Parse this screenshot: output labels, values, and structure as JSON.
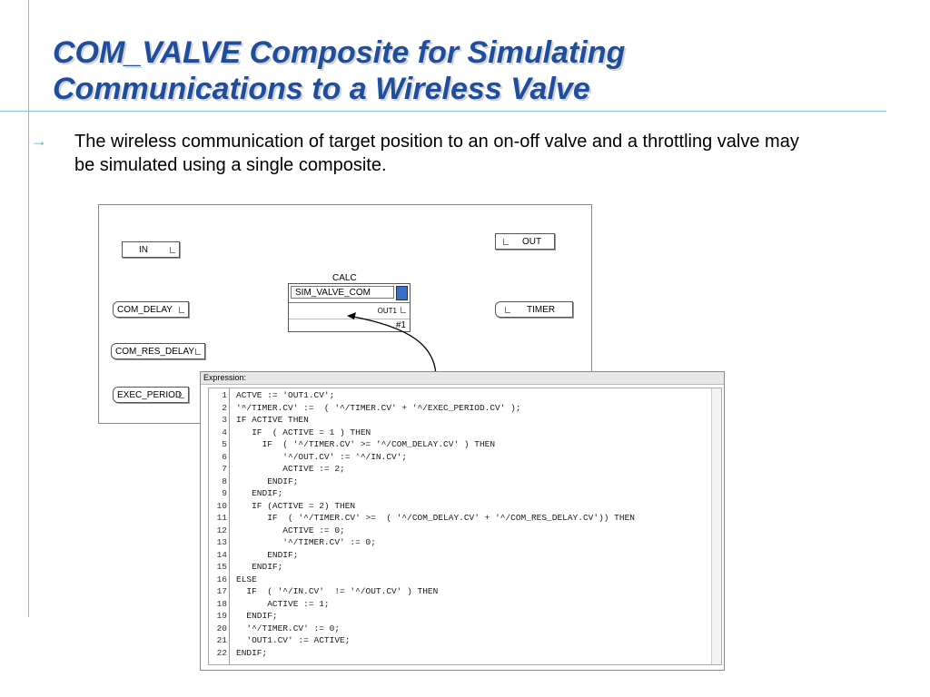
{
  "title": {
    "line1": "COM_VALVE Composite for Simulating",
    "line2": "Communications to a Wireless Valve"
  },
  "bullet": {
    "arrow": "→",
    "text": "The wireless communication of target position to an on-off valve and a throttling valve may be simulated using a single composite."
  },
  "diagram": {
    "inputs": [
      {
        "label": "IN"
      },
      {
        "label": "COM_DELAY"
      },
      {
        "label": "COM_RES_DELAY"
      },
      {
        "label": "EXEC_PERIOD"
      }
    ],
    "outputs": [
      {
        "label": "OUT"
      },
      {
        "label": "TIMER"
      }
    ],
    "calc": {
      "type_label": "CALC",
      "name": "SIM_VALVE_COM",
      "output": "OUT1",
      "order": "#1"
    }
  },
  "expression": {
    "header": "Expression:",
    "lines": [
      {
        "num": "1",
        "text": "ACTVE := 'OUT1.CV';"
      },
      {
        "num": "2",
        "text": "'^/TIMER.CV' :=  ( '^/TIMER.CV' + '^/EXEC_PERIOD.CV' );"
      },
      {
        "num": "3",
        "text": "IF ACTIVE THEN"
      },
      {
        "num": "4",
        "text": "   IF  ( ACTIVE = 1 ) THEN"
      },
      {
        "num": "5",
        "text": "     IF  ( '^/TIMER.CV' >= '^/COM_DELAY.CV' ) THEN"
      },
      {
        "num": "6",
        "text": "         '^/OUT.CV' := '^/IN.CV';"
      },
      {
        "num": "7",
        "text": "         ACTIVE := 2;"
      },
      {
        "num": "8",
        "text": "      ENDIF;"
      },
      {
        "num": "9",
        "text": "   ENDIF;"
      },
      {
        "num": "10",
        "text": "   IF (ACTIVE = 2) THEN"
      },
      {
        "num": "11",
        "text": "      IF  ( '^/TIMER.CV' >=  ( '^/COM_DELAY.CV' + '^/COM_RES_DELAY.CV')) THEN"
      },
      {
        "num": "12",
        "text": "         ACTIVE := 0;"
      },
      {
        "num": "13",
        "text": "         '^/TIMER.CV' := 0;"
      },
      {
        "num": "14",
        "text": "      ENDIF;"
      },
      {
        "num": "15",
        "text": "   ENDIF;"
      },
      {
        "num": "16",
        "text": "ELSE"
      },
      {
        "num": "17",
        "text": "  IF  ( '^/IN.CV'  != '^/OUT.CV' ) THEN"
      },
      {
        "num": "18",
        "text": "      ACTIVE := 1;"
      },
      {
        "num": "19",
        "text": "  ENDIF;"
      },
      {
        "num": "20",
        "text": "  '^/TIMER.CV' := 0;"
      },
      {
        "num": "21",
        "text": "  'OUT1.CV' := ACTIVE;"
      },
      {
        "num": "22",
        "text": "ENDIF;"
      }
    ]
  }
}
